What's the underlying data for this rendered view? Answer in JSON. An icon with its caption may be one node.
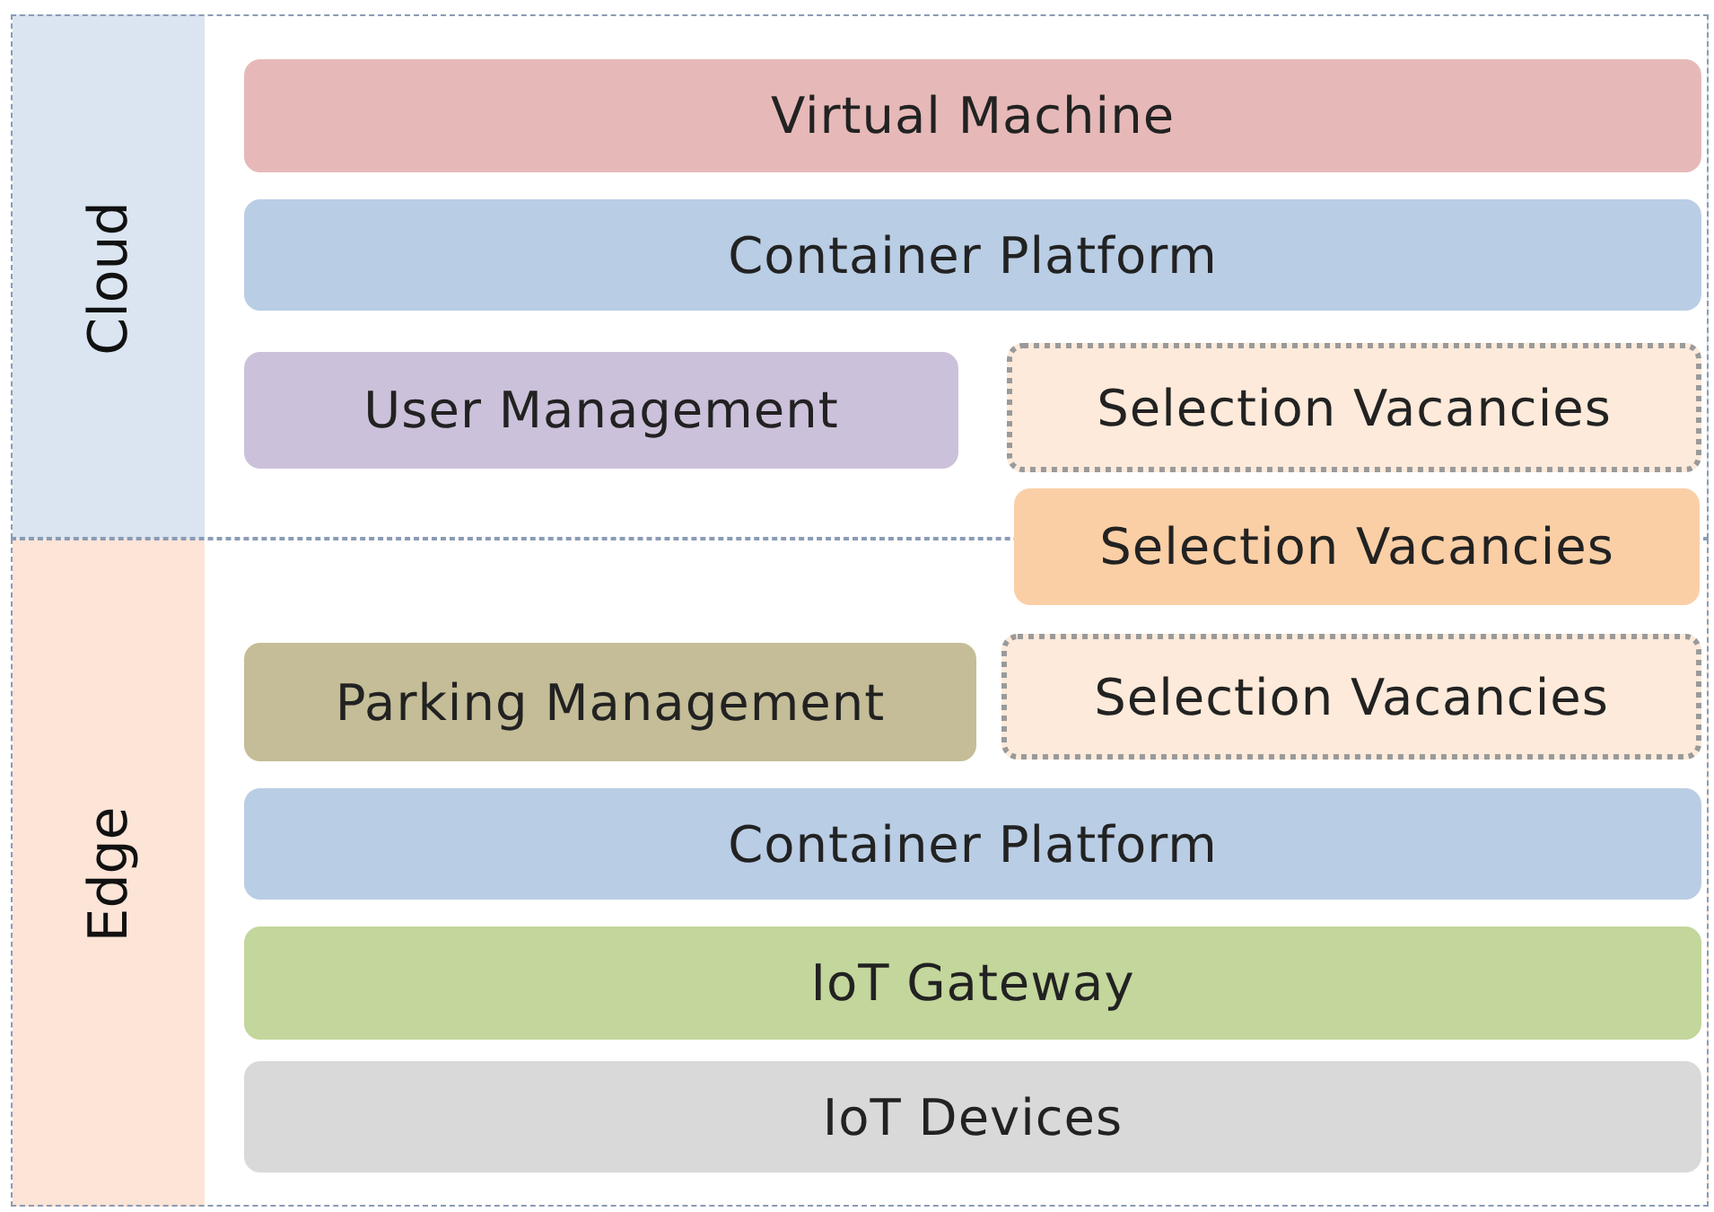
{
  "diagram": {
    "nodes": [
      {
        "text": [
          "Cloud"
        ]
      },
      {
        "text": [
          "Virtual Machine"
        ],
        "in": 0
      },
      {
        "text": [
          "Container Platform"
        ],
        "in": 0
      },
      {
        "text": [
          "User Management"
        ],
        "in": 0
      },
      {
        "text": [
          "Selection Vacancies"
        ],
        "in": 0
      },
      {
        "text": [
          "Selection Vacancies"
        ]
      },
      {
        "text": [
          "Edge"
        ]
      },
      {
        "text": [
          "Parking Management"
        ],
        "in": 6
      },
      {
        "text": [
          "Selection Vacancies"
        ],
        "in": 6
      },
      {
        "text": [
          "Container Platform"
        ],
        "in": 6
      },
      {
        "text": [
          "IoT Gateway"
        ],
        "in": 6
      },
      {
        "text": [
          "IoT Devices"
        ],
        "in": 6
      }
    ]
  }
}
